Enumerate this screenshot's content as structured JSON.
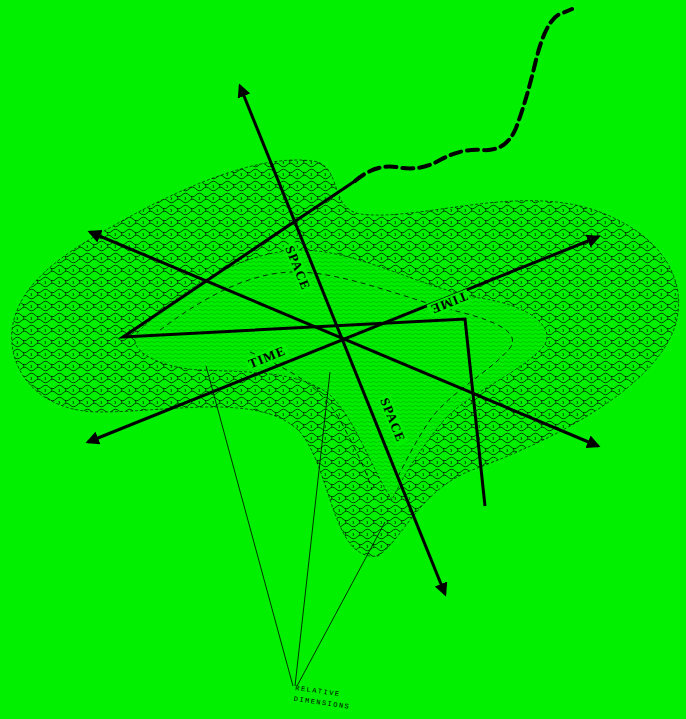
{
  "diagram": {
    "labels": [
      "SPACE",
      "SPACE",
      "TIME",
      "TIME",
      "RELATIVE DIMENSIONS"
    ]
  }
}
